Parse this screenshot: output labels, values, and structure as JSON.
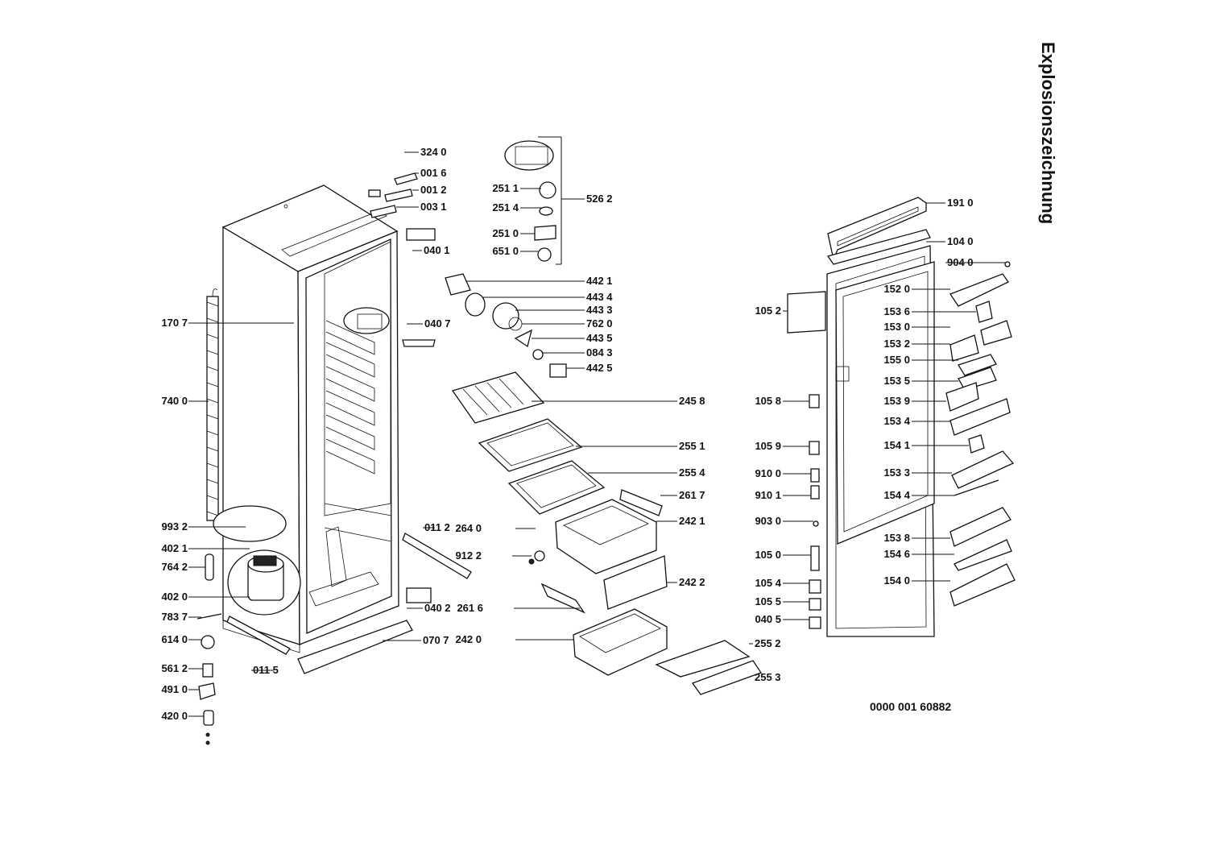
{
  "title": "Explosionszeichnung",
  "document_number": "0000 001 60882",
  "callouts": [
    {
      "id": "c3240",
      "label": "324 0"
    },
    {
      "id": "c0016",
      "label": "001 6"
    },
    {
      "id": "c0012",
      "label": "001 2"
    },
    {
      "id": "c0031",
      "label": "003 1"
    },
    {
      "id": "c0401",
      "label": "040 1"
    },
    {
      "id": "c2511",
      "label": "251 1"
    },
    {
      "id": "c2514",
      "label": "251 4"
    },
    {
      "id": "c2510",
      "label": "251 0"
    },
    {
      "id": "c6510",
      "label": "651 0"
    },
    {
      "id": "c5262",
      "label": "526 2"
    },
    {
      "id": "c4421",
      "label": "442 1"
    },
    {
      "id": "c4434",
      "label": "443 4"
    },
    {
      "id": "c4433",
      "label": "443 3"
    },
    {
      "id": "c7620",
      "label": "762 0"
    },
    {
      "id": "c4435",
      "label": "443 5"
    },
    {
      "id": "c0843",
      "label": "084 3"
    },
    {
      "id": "c4425",
      "label": "442 5"
    },
    {
      "id": "c0407",
      "label": "040 7"
    },
    {
      "id": "c1707",
      "label": "170 7"
    },
    {
      "id": "c7400",
      "label": "740 0"
    },
    {
      "id": "c2458",
      "label": "245 8"
    },
    {
      "id": "c2551",
      "label": "255 1"
    },
    {
      "id": "c2554",
      "label": "255 4"
    },
    {
      "id": "c2617",
      "label": "261 7"
    },
    {
      "id": "c2421",
      "label": "242 1"
    },
    {
      "id": "c2422",
      "label": "242 2"
    },
    {
      "id": "c2640",
      "label": "264 0"
    },
    {
      "id": "c9122",
      "label": "912 2"
    },
    {
      "id": "c2616",
      "label": "261 6"
    },
    {
      "id": "c2420",
      "label": "242 0"
    },
    {
      "id": "c2552",
      "label": "255 2"
    },
    {
      "id": "c2553",
      "label": "255 3"
    },
    {
      "id": "c0112",
      "label": "011 2"
    },
    {
      "id": "c0402",
      "label": "040 2"
    },
    {
      "id": "c0707",
      "label": "070 7"
    },
    {
      "id": "c0115",
      "label": "011 5"
    },
    {
      "id": "c9932",
      "label": "993 2"
    },
    {
      "id": "c4021",
      "label": "402 1"
    },
    {
      "id": "c7642",
      "label": "764 2"
    },
    {
      "id": "c4020",
      "label": "402 0"
    },
    {
      "id": "c7837",
      "label": "783 7"
    },
    {
      "id": "c6140",
      "label": "614 0"
    },
    {
      "id": "c5612",
      "label": "561 2"
    },
    {
      "id": "c4910",
      "label": "491 0"
    },
    {
      "id": "c4200",
      "label": "420 0"
    },
    {
      "id": "c1910",
      "label": "191 0"
    },
    {
      "id": "c1040",
      "label": "104 0"
    },
    {
      "id": "c9040",
      "label": "904 0"
    },
    {
      "id": "c1520",
      "label": "152 0"
    },
    {
      "id": "c1536",
      "label": "153 6"
    },
    {
      "id": "c1530",
      "label": "153 0"
    },
    {
      "id": "c1532",
      "label": "153 2"
    },
    {
      "id": "c1550",
      "label": "155 0"
    },
    {
      "id": "c1535",
      "label": "153 5"
    },
    {
      "id": "c1539",
      "label": "153 9"
    },
    {
      "id": "c1534",
      "label": "153 4"
    },
    {
      "id": "c1541",
      "label": "154 1"
    },
    {
      "id": "c1533",
      "label": "153 3"
    },
    {
      "id": "c1544",
      "label": "154 4"
    },
    {
      "id": "c1538",
      "label": "153 8"
    },
    {
      "id": "c1546",
      "label": "154 6"
    },
    {
      "id": "c1540",
      "label": "154 0"
    },
    {
      "id": "c1052",
      "label": "105 2"
    },
    {
      "id": "c1058",
      "label": "105 8"
    },
    {
      "id": "c1059",
      "label": "105 9"
    },
    {
      "id": "c9100",
      "label": "910 0"
    },
    {
      "id": "c9101",
      "label": "910 1"
    },
    {
      "id": "c9030",
      "label": "903 0"
    },
    {
      "id": "c1050",
      "label": "105 0"
    },
    {
      "id": "c1054",
      "label": "105 4"
    },
    {
      "id": "c1055",
      "label": "105 5"
    },
    {
      "id": "c0405",
      "label": "040 5"
    }
  ]
}
